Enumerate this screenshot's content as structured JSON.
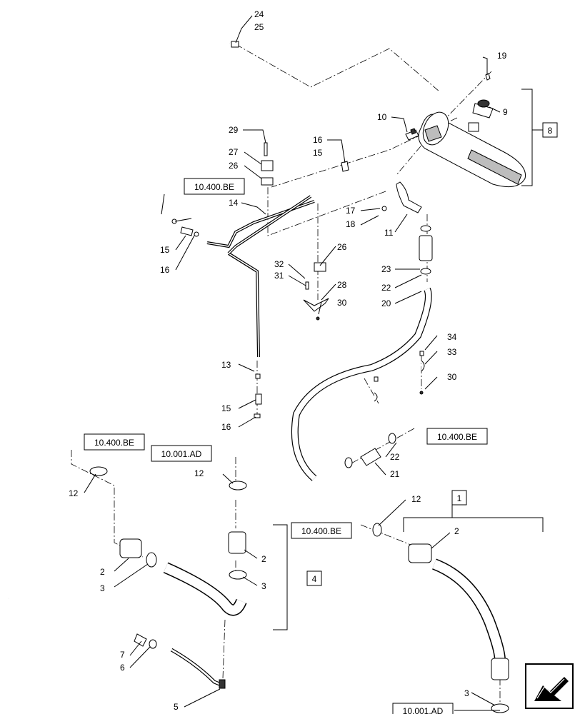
{
  "callouts": {
    "c1": "1",
    "c2a": "2",
    "c2b": "2",
    "c2c": "2",
    "c3a": "3",
    "c3b": "3",
    "c3c": "3",
    "c4": "4",
    "c5": "5",
    "c6": "6",
    "c7": "7",
    "c8": "8",
    "c9": "9",
    "c10": "10",
    "c11": "11",
    "c12a": "12",
    "c12b": "12",
    "c12c": "12",
    "c13": "13",
    "c14": "14",
    "c15a": "15",
    "c15b": "15",
    "c15c": "15",
    "c16a": "16",
    "c16b": "16",
    "c16c": "16",
    "c17": "17",
    "c18": "18",
    "c19": "19",
    "c20": "20",
    "c21": "21",
    "c22a": "22",
    "c22b": "22",
    "c23": "23",
    "c24": "24",
    "c25": "25",
    "c26a": "26",
    "c26b": "26",
    "c27": "27",
    "c28": "28",
    "c29": "29",
    "c30a": "30",
    "c30b": "30",
    "c31": "31",
    "c32": "32",
    "c33": "33",
    "c34": "34"
  },
  "references": {
    "r1": "10.400.BE",
    "r2": "10.400.BE",
    "r3": "10.001.AD",
    "r4": "10.400.BE",
    "r5": "10.400.BE",
    "r6": "10.001.AD"
  },
  "nav_icon": "next-page-arrow-icon"
}
